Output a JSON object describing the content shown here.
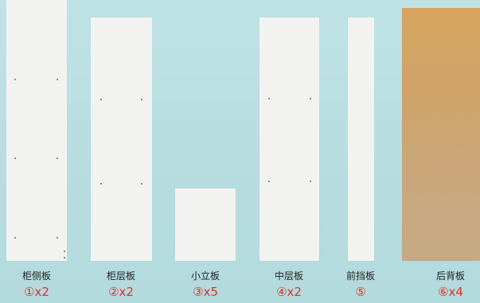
{
  "panels": [
    {
      "name": "柜侧板",
      "number": "①",
      "qty": "x2"
    },
    {
      "name": "柜层板",
      "number": "②",
      "qty": "x2"
    },
    {
      "name": "小立板",
      "number": "③",
      "qty": "x5"
    },
    {
      "name": "中层板",
      "number": "④",
      "qty": "x2"
    },
    {
      "name": "前挡板",
      "number": "⑤",
      "qty": ""
    },
    {
      "name": "后背板",
      "number": "⑥",
      "qty": "x4"
    }
  ],
  "colors": {
    "background": "#b9dfe1",
    "board": "#f2f3f0",
    "back_board": "#d0a36a",
    "quantity_text": "#e0302b"
  }
}
